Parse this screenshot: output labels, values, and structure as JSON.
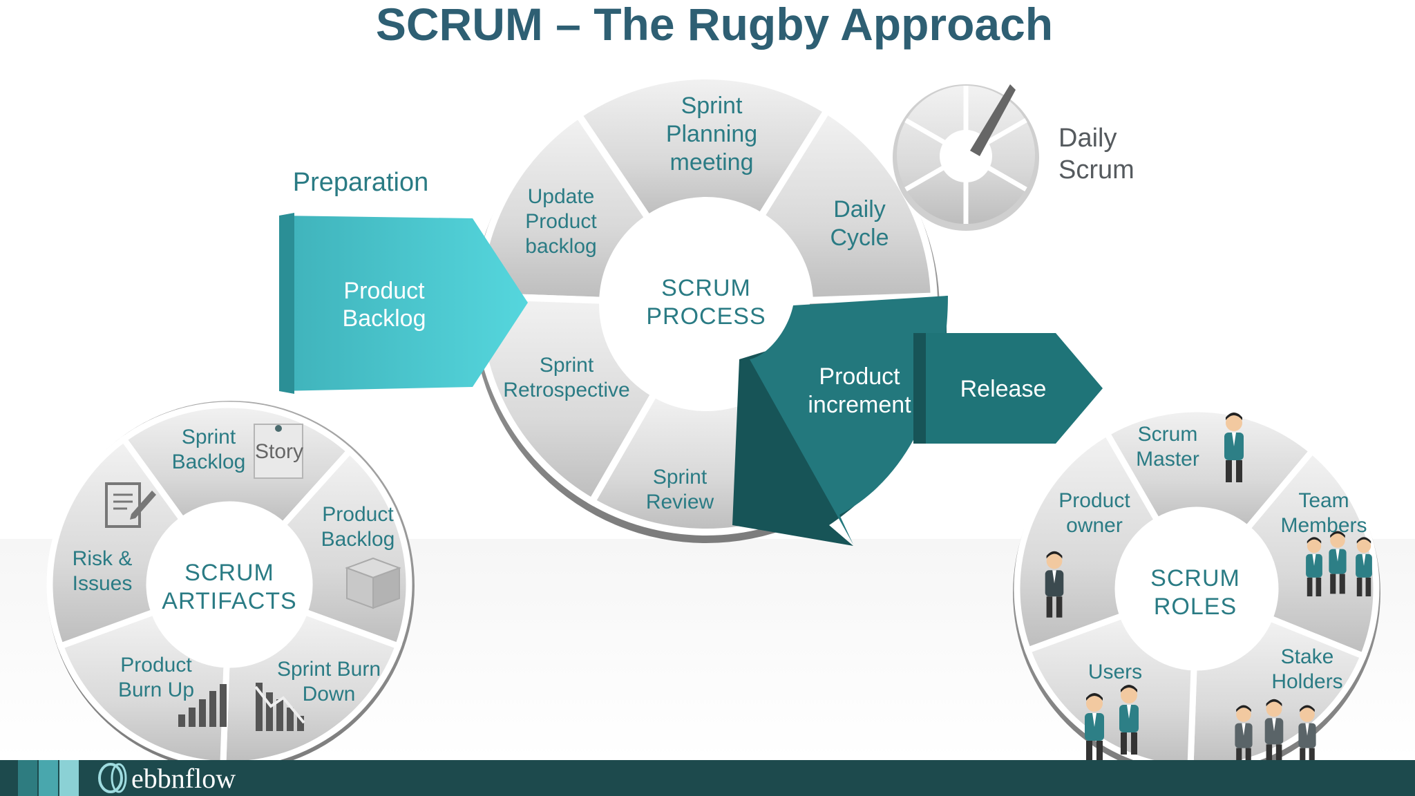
{
  "title": "SCRUM – The Rugby Approach",
  "process": {
    "center": [
      "SCRUM",
      "PROCESS"
    ],
    "preparation_label": "Preparation",
    "product_backlog": [
      "Product",
      "Backlog"
    ],
    "segments": {
      "sprint_planning": [
        "Sprint",
        "Planning",
        "meeting"
      ],
      "daily_cycle": [
        "Daily",
        "Cycle"
      ],
      "update_backlog": [
        "Update",
        "Product",
        "backlog"
      ],
      "retrospective": [
        "Sprint",
        "Retrospective"
      ],
      "review": [
        "Sprint",
        "Review"
      ]
    },
    "product_increment": [
      "Product",
      "increment"
    ],
    "release": "Release",
    "daily_scrum": [
      "Daily",
      "Scrum"
    ]
  },
  "artifacts": {
    "center": [
      "SCRUM",
      "ARTIFACTS"
    ],
    "segments": {
      "sprint_backlog": [
        "Sprint",
        "Backlog"
      ],
      "story_note": "Story",
      "product_backlog": [
        "Product",
        "Backlog"
      ],
      "sprint_burn_down": [
        "Sprint Burn",
        "Down"
      ],
      "product_burn_up": [
        "Product",
        "Burn Up"
      ],
      "risk_issues": [
        "Risk &",
        "Issues"
      ]
    }
  },
  "roles": {
    "center": [
      "SCRUM",
      "ROLES"
    ],
    "segments": {
      "scrum_master": [
        "Scrum",
        "Master"
      ],
      "team_members": [
        "Team",
        "Members"
      ],
      "stake_holders": [
        "Stake",
        "Holders"
      ],
      "users": "Users",
      "product_owner": [
        "Product",
        "owner"
      ]
    }
  },
  "brand": "ebbnflow",
  "colors": {
    "title": "#2e5f73",
    "teal_label": "#2a7b84",
    "light_teal": "#4fc7cf",
    "dark_teal": "#1f6b6e",
    "footer": "#1d4a4d",
    "segment_gray": "#dcdcdc"
  },
  "icons": [
    "clipboard-icon",
    "box-icon",
    "bar-chart-icon",
    "down-chart-icon",
    "person-icon"
  ]
}
